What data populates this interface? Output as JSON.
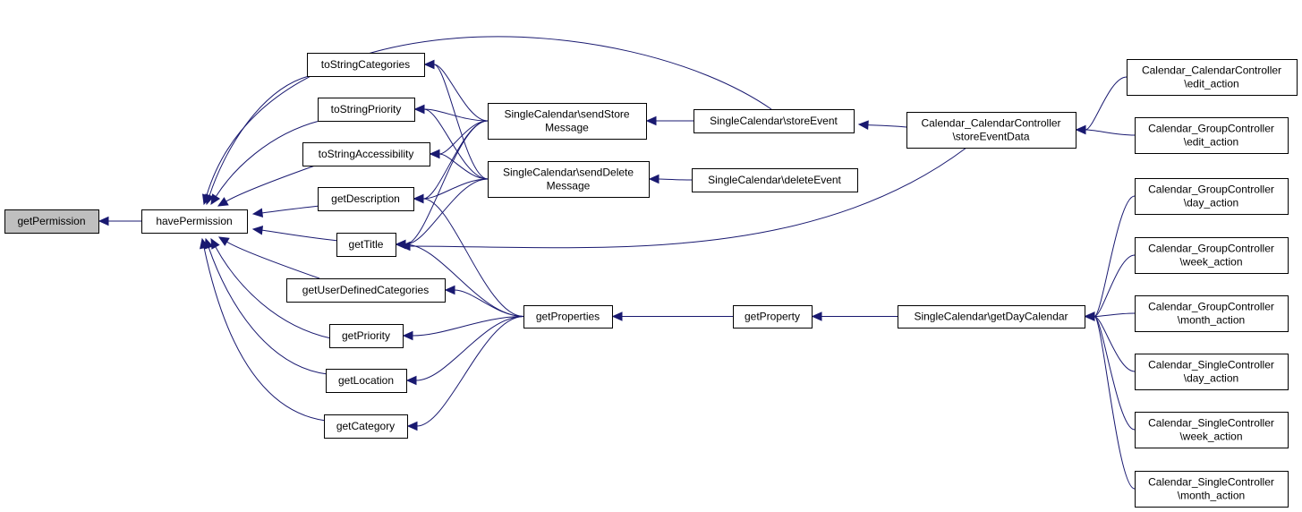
{
  "diagram": {
    "type": "call-graph",
    "direction": "right-to-left",
    "colors": {
      "edge": "#191970",
      "root_fill": "#bfbfbf",
      "node_fill": "#ffffff",
      "node_border": "#000000"
    },
    "nodes": [
      {
        "id": "getPermission",
        "lines": [
          "getPermission"
        ],
        "root": true
      },
      {
        "id": "havePermission",
        "lines": [
          "havePermission"
        ]
      },
      {
        "id": "toStringCategories",
        "lines": [
          "toStringCategories"
        ]
      },
      {
        "id": "toStringPriority",
        "lines": [
          "toStringPriority"
        ]
      },
      {
        "id": "toStringAccessibility",
        "lines": [
          "toStringAccessibility"
        ]
      },
      {
        "id": "getDescription",
        "lines": [
          "getDescription"
        ]
      },
      {
        "id": "getTitle",
        "lines": [
          "getTitle"
        ]
      },
      {
        "id": "getUserDefinedCategories",
        "lines": [
          "getUserDefinedCategories"
        ]
      },
      {
        "id": "getPriority",
        "lines": [
          "getPriority"
        ]
      },
      {
        "id": "getLocation",
        "lines": [
          "getLocation"
        ]
      },
      {
        "id": "getCategory",
        "lines": [
          "getCategory"
        ]
      },
      {
        "id": "sendStoreMessage",
        "lines": [
          "SingleCalendar\\sendStore",
          "Message"
        ]
      },
      {
        "id": "sendDeleteMessage",
        "lines": [
          "SingleCalendar\\sendDelete",
          "Message"
        ]
      },
      {
        "id": "getProperties",
        "lines": [
          "getProperties"
        ]
      },
      {
        "id": "storeEvent",
        "lines": [
          "SingleCalendar\\storeEvent"
        ]
      },
      {
        "id": "deleteEvent",
        "lines": [
          "SingleCalendar\\deleteEvent"
        ]
      },
      {
        "id": "getProperty",
        "lines": [
          "getProperty"
        ]
      },
      {
        "id": "storeEventData",
        "lines": [
          "Calendar_CalendarController",
          "\\storeEventData"
        ]
      },
      {
        "id": "getDayCalendar",
        "lines": [
          "SingleCalendar\\getDayCalendar"
        ]
      },
      {
        "id": "calEditAction",
        "lines": [
          "Calendar_CalendarController",
          "\\edit_action"
        ]
      },
      {
        "id": "groupEditAction",
        "lines": [
          "Calendar_GroupController",
          "\\edit_action"
        ]
      },
      {
        "id": "groupDayAction",
        "lines": [
          "Calendar_GroupController",
          "\\day_action"
        ]
      },
      {
        "id": "groupWeekAction",
        "lines": [
          "Calendar_GroupController",
          "\\week_action"
        ]
      },
      {
        "id": "groupMonthAction",
        "lines": [
          "Calendar_GroupController",
          "\\month_action"
        ]
      },
      {
        "id": "singleDayAction",
        "lines": [
          "Calendar_SingleController",
          "\\day_action"
        ]
      },
      {
        "id": "singleWeekAction",
        "lines": [
          "Calendar_SingleController",
          "\\week_action"
        ]
      },
      {
        "id": "singleMonthAction",
        "lines": [
          "Calendar_SingleController",
          "\\month_action"
        ]
      }
    ],
    "edges": [
      {
        "from": "havePermission",
        "to": "getPermission"
      },
      {
        "from": "toStringCategories",
        "to": "havePermission"
      },
      {
        "from": "toStringPriority",
        "to": "havePermission"
      },
      {
        "from": "toStringAccessibility",
        "to": "havePermission"
      },
      {
        "from": "getDescription",
        "to": "havePermission"
      },
      {
        "from": "getTitle",
        "to": "havePermission"
      },
      {
        "from": "getUserDefinedCategories",
        "to": "havePermission"
      },
      {
        "from": "getPriority",
        "to": "havePermission"
      },
      {
        "from": "getLocation",
        "to": "havePermission"
      },
      {
        "from": "getCategory",
        "to": "havePermission"
      },
      {
        "from": "storeEvent",
        "to": "havePermission"
      },
      {
        "from": "sendStoreMessage",
        "to": "toStringCategories"
      },
      {
        "from": "sendDeleteMessage",
        "to": "toStringCategories"
      },
      {
        "from": "sendStoreMessage",
        "to": "toStringPriority"
      },
      {
        "from": "sendDeleteMessage",
        "to": "toStringPriority"
      },
      {
        "from": "sendStoreMessage",
        "to": "toStringAccessibility"
      },
      {
        "from": "sendDeleteMessage",
        "to": "toStringAccessibility"
      },
      {
        "from": "sendStoreMessage",
        "to": "getDescription"
      },
      {
        "from": "sendDeleteMessage",
        "to": "getDescription"
      },
      {
        "from": "getProperties",
        "to": "getDescription"
      },
      {
        "from": "sendStoreMessage",
        "to": "getTitle"
      },
      {
        "from": "sendDeleteMessage",
        "to": "getTitle"
      },
      {
        "from": "storeEventData",
        "to": "getTitle"
      },
      {
        "from": "getProperties",
        "to": "getTitle"
      },
      {
        "from": "getProperties",
        "to": "getUserDefinedCategories"
      },
      {
        "from": "getProperties",
        "to": "getPriority"
      },
      {
        "from": "getProperties",
        "to": "getLocation"
      },
      {
        "from": "getProperties",
        "to": "getCategory"
      },
      {
        "from": "storeEvent",
        "to": "sendStoreMessage"
      },
      {
        "from": "deleteEvent",
        "to": "sendDeleteMessage"
      },
      {
        "from": "getProperty",
        "to": "getProperties"
      },
      {
        "from": "storeEventData",
        "to": "storeEvent"
      },
      {
        "from": "getDayCalendar",
        "to": "getProperty"
      },
      {
        "from": "calEditAction",
        "to": "storeEventData"
      },
      {
        "from": "groupEditAction",
        "to": "storeEventData"
      },
      {
        "from": "groupDayAction",
        "to": "getDayCalendar"
      },
      {
        "from": "groupWeekAction",
        "to": "getDayCalendar"
      },
      {
        "from": "groupMonthAction",
        "to": "getDayCalendar"
      },
      {
        "from": "singleDayAction",
        "to": "getDayCalendar"
      },
      {
        "from": "singleWeekAction",
        "to": "getDayCalendar"
      },
      {
        "from": "singleMonthAction",
        "to": "getDayCalendar"
      }
    ]
  }
}
